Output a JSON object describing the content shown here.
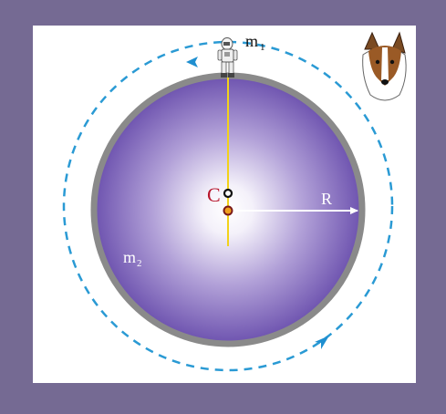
{
  "diagram": {
    "center_label": "C",
    "radius_label": "R",
    "body_label": "m",
    "body_label_sub": "2",
    "satellite_label": "m",
    "satellite_label_sub": "1",
    "orbit_direction": "counterclockwise",
    "icons": [
      "astronaut-icon",
      "dog-head-icon"
    ],
    "colors": {
      "frame": "#756a93",
      "panel": "#ffffff",
      "planet_edge": "#8a8a8a",
      "planet_center": "#ffffff",
      "planet_outer": "#6a4fad",
      "orbit": "#2a9ad4",
      "axis_line": "#f2d21a",
      "center_label": "#b8162d",
      "radius_arrow": "#ffffff"
    }
  }
}
